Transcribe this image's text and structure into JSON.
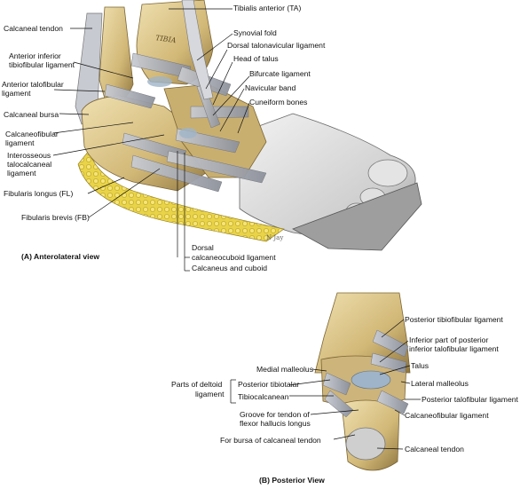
{
  "panel_a": {
    "caption": "(A) Anterolateral view",
    "labels": {
      "calcaneal_tendon": "Calcaneal tendon",
      "tibialis_anterior": "Tibialis anterior (TA)",
      "synovial_fold": "Synovial fold",
      "dorsal_talonavicular": "Dorsal talonavicular ligament",
      "ant_inf_tibiofibular_1": "Anterior inferior",
      "ant_inf_tibiofibular_2": "tibiofibular ligament",
      "head_of_talus": "Head of talus",
      "bifurcate": "Bifurcate ligament",
      "ant_talofibular_1": "Anterior talofibular",
      "ant_talofibular_2": "ligament",
      "navicular_band": "Navicular band",
      "cuneiform": "Cuneiform bones",
      "calcaneal_bursa": "Calcaneal bursa",
      "calcaneofibular_1": "Calcaneofibular",
      "calcaneofibular_2": "ligament",
      "interosseous_1": "Interosseous",
      "interosseous_2": "talocalcaneal",
      "interosseous_3": "ligament",
      "fibularis_longus": "Fibularis longus (FL)",
      "fibularis_brevis": "Fibularis brevis (FB)",
      "dorsal_calcaneocuboid_1": "Dorsal",
      "dorsal_calcaneocuboid_2": "calcaneocuboid ligament",
      "calcaneus_cuboid": "Calcaneus and cuboid"
    },
    "bone_text": "TIBIA",
    "signature": "N Jay"
  },
  "panel_b": {
    "caption": "(B) Posterior View",
    "labels": {
      "post_tibiofibular": "Posterior tibiofibular ligament",
      "inf_part_1": "Inferior part of posterior",
      "inf_part_2": "inferior talofibular ligament",
      "medial_malleolus": "Medial malleolus",
      "talus": "Talus",
      "parts_of_deltoid_1": "Parts of deltoid",
      "parts_of_deltoid_2": "ligament",
      "post_tibiotalar": "Posterior tibiotalar",
      "lateral_malleolus": "Lateral malleolus",
      "tibiocalcanean": "Tibiocalcanean",
      "post_talofibular": "Posterior talofibular ligament",
      "groove_1": "Groove for tendon of",
      "groove_2": "flexor hallucis longus",
      "calcaneofibular": "Calcaneofibular ligament",
      "bursa": "For bursa of calcaneal tendon",
      "calcaneal_tendon": "Calcaneal tendon"
    }
  },
  "colors": {
    "bone": "#d8c28a",
    "bone_dark": "#a88c4c",
    "ligament": "#b9bcc4",
    "skin": "#cfcfcf",
    "fat": "#e8d24a",
    "leader": "#111111"
  }
}
